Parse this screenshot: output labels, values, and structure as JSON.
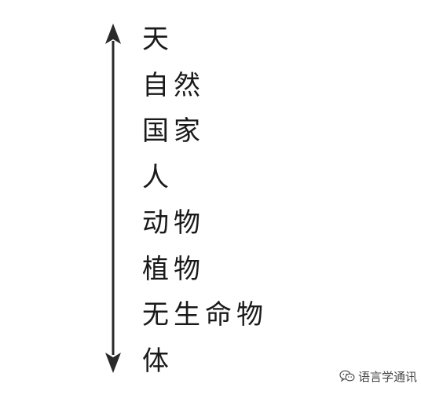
{
  "hierarchy": {
    "items": [
      {
        "label": "天"
      },
      {
        "label": "自然"
      },
      {
        "label": "国家"
      },
      {
        "label": "人"
      },
      {
        "label": "动物"
      },
      {
        "label": "植物"
      },
      {
        "label": "无生命物"
      },
      {
        "label": "体"
      }
    ]
  },
  "watermark": {
    "text": "语言学通讯",
    "icon": "wechat-icon"
  },
  "colors": {
    "text": "#1a1a1a",
    "arrow": "#2a2a2a",
    "watermark": "#444444"
  }
}
